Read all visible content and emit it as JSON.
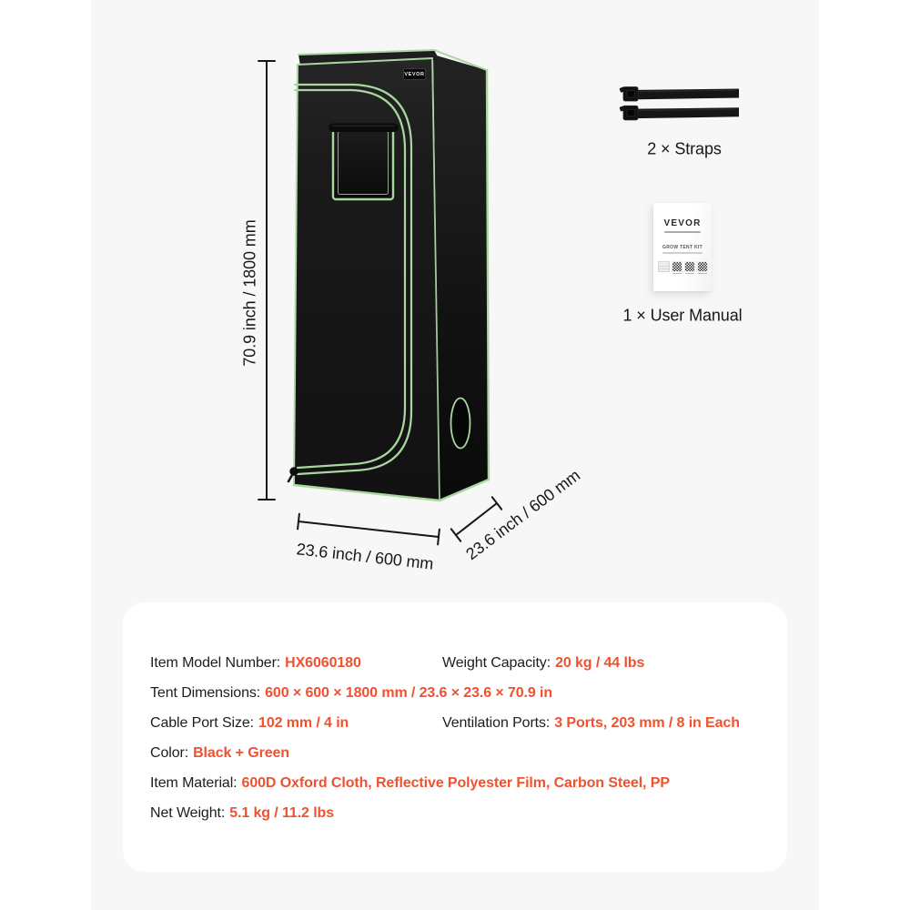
{
  "colors": {
    "stage_bg": "#f7f7f7",
    "panel_bg": "#ffffff",
    "accent_orange": "#f0512f",
    "trim_green": "#a9d7a0",
    "ink": "#1d1d1f"
  },
  "product_illustration": {
    "tent_logo": "VEVOR",
    "height_label": "70.9 inch / 1800 mm",
    "width_label": "23.6 inch / 600 mm",
    "depth_label": "23.6 inch / 600 mm"
  },
  "accessories": {
    "straps_label": "2 × Straps",
    "manual_label": "1 × User Manual",
    "manual_card_brand": "VEVOR",
    "manual_card_title": "GROW TENT KIT"
  },
  "specs": {
    "pairs": [
      {
        "label": "Item Model Number:",
        "value": "HX6060180"
      },
      {
        "label": "Weight Capacity:",
        "value": "20 kg / 44 lbs"
      },
      {
        "label": "Tent Dimensions:",
        "value": "600 × 600 × 1800 mm / 23.6 × 23.6 × 70.9 in"
      },
      {
        "label": "Cable Port Size:",
        "value": "102 mm / 4 in"
      },
      {
        "label": "Ventilation Ports:",
        "value": "3 Ports, 203 mm / 8 in Each"
      },
      {
        "label": "Color:",
        "value": "Black + Green"
      },
      {
        "label": "Item Material:",
        "value": "600D Oxford Cloth, Reflective Polyester Film, Carbon Steel, PP"
      },
      {
        "label": "Net Weight:",
        "value": "5.1 kg / 11.2 lbs"
      }
    ]
  }
}
